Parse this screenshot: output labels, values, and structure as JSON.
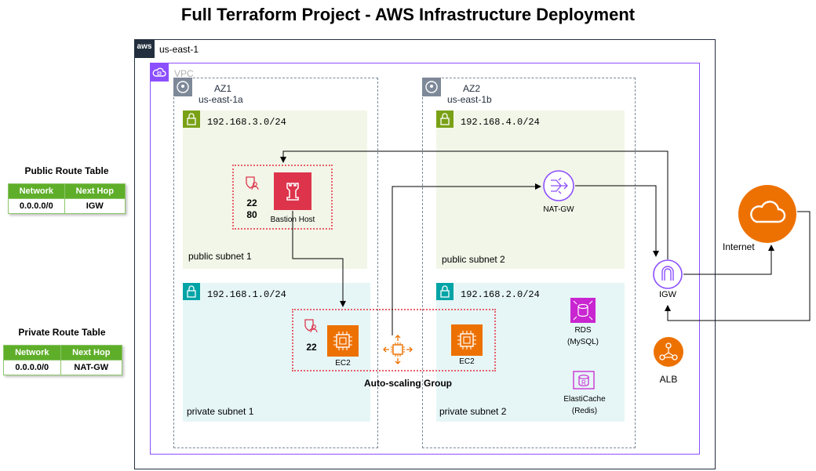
{
  "title": "Full Terraform Project - AWS Infrastructure Deployment",
  "region": {
    "logo": "aws",
    "label": "us-east-1"
  },
  "vpc": {
    "label": "VPC"
  },
  "az1": {
    "name": "AZ1",
    "zone": "us-east-1a"
  },
  "az2": {
    "name": "AZ2",
    "zone": "us-east-1b"
  },
  "subnets": {
    "public1": {
      "cidr": "192.168.3.0/24",
      "label": "public subnet 1"
    },
    "public2": {
      "cidr": "192.168.4.0/24",
      "label": "public subnet 2"
    },
    "private1": {
      "cidr": "192.168.1.0/24",
      "label": "private subnet 1"
    },
    "private2": {
      "cidr": "192.168.2.0/24",
      "label": "private subnet 2"
    }
  },
  "bastion": {
    "label": "Bastion Host",
    "ports": [
      "22",
      "80"
    ]
  },
  "ec2_1": {
    "label": "EC2",
    "port": "22"
  },
  "ec2_2": {
    "label": "EC2"
  },
  "asg": {
    "label": "Auto-scaling Group"
  },
  "natgw": {
    "label": "NAT-GW"
  },
  "rds": {
    "label1": "RDS",
    "label2": "(MySQL)"
  },
  "elasticache": {
    "label1": "ElastiCache",
    "label2": "(Redis)"
  },
  "igw": {
    "label": "IGW"
  },
  "alb": {
    "label": "ALB"
  },
  "internet": {
    "label": "Internet"
  },
  "public_route_table": {
    "title": "Public Route Table",
    "headers": [
      "Network",
      "Next Hop"
    ],
    "row": [
      "0.0.0.0/0",
      "IGW"
    ]
  },
  "private_route_table": {
    "title": "Private Route Table",
    "headers": [
      "Network",
      "Next Hop"
    ],
    "row": [
      "0.0.0.0/0",
      "NAT-GW"
    ]
  },
  "colors": {
    "public_subnet": "#f2f6e8",
    "private_subnet": "#e6f6f7",
    "vpc_border": "#8c4fff",
    "compute": "#ed7100",
    "security": "#dd344c",
    "database": "#c925d1",
    "networking": "#8c4fff"
  }
}
